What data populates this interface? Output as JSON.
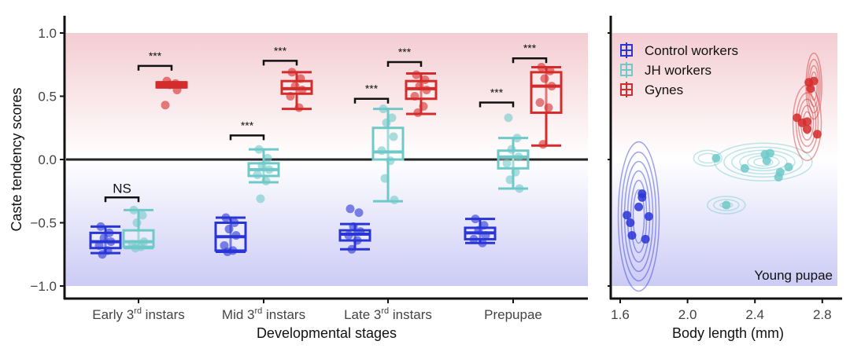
{
  "colors": {
    "control": "#2a35d6",
    "jh": "#6fc9c9",
    "gynes": "#d42b2b",
    "top_bg": "#f3cdd2",
    "bottom_bg": "#cccbf5"
  },
  "chart_data": [
    {
      "type": "box",
      "ylabel": "Caste tendency scores",
      "xlabel": "Developmental stages",
      "ylim": [
        -1.0,
        1.0
      ],
      "yticks": [
        "1.0",
        "0.5",
        "0.0",
        "−0.5",
        "−1.0"
      ],
      "ytick_values": [
        1.0,
        0.5,
        0.0,
        -0.5,
        -1.0
      ],
      "reference_line": 0.0,
      "categories": [
        "Early 3rd instars",
        "Mid 3rd instars",
        "Late 3rd instars",
        "Prepupae"
      ],
      "series": [
        {
          "name": "Control workers",
          "key": "control",
          "boxes": [
            {
              "min": -0.74,
              "q1": -0.7,
              "median": -0.65,
              "q3": -0.58,
              "max": -0.53,
              "points": [
                -0.53,
                -0.58,
                -0.62,
                -0.65,
                -0.68,
                -0.72,
                -0.75
              ]
            },
            {
              "min": -0.73,
              "q1": -0.72,
              "median": -0.61,
              "q3": -0.5,
              "max": -0.46,
              "points": [
                -0.46,
                -0.5,
                -0.55,
                -0.6,
                -0.68,
                -0.72,
                -0.73
              ]
            },
            {
              "min": -0.71,
              "q1": -0.64,
              "median": -0.59,
              "q3": -0.56,
              "max": -0.51,
              "points": [
                -0.39,
                -0.42,
                -0.53,
                -0.57,
                -0.6,
                -0.64,
                -0.71
              ]
            },
            {
              "min": -0.66,
              "q1": -0.63,
              "median": -0.58,
              "q3": -0.54,
              "max": -0.47,
              "points": [
                -0.47,
                -0.52,
                -0.56,
                -0.6,
                -0.63,
                -0.66
              ]
            }
          ]
        },
        {
          "name": "JH workers",
          "key": "jh",
          "boxes": [
            {
              "min": -0.7,
              "q1": -0.69,
              "median": -0.65,
              "q3": -0.56,
              "max": -0.4,
              "points": [
                -0.4,
                -0.44,
                -0.5,
                -0.65,
                -0.67,
                -0.69,
                -0.7
              ]
            },
            {
              "min": -0.18,
              "q1": -0.13,
              "median": -0.08,
              "q3": -0.03,
              "max": 0.08,
              "points": [
                0.08,
                0.01,
                -0.05,
                -0.08,
                -0.12,
                -0.17,
                -0.31
              ]
            },
            {
              "min": -0.33,
              "q1": 0.0,
              "median": 0.06,
              "q3": 0.25,
              "max": 0.4,
              "points": [
                0.4,
                0.33,
                0.29,
                0.18,
                0.07,
                -0.01,
                -0.15,
                -0.32
              ]
            },
            {
              "min": -0.23,
              "q1": -0.07,
              "median": 0.02,
              "q3": 0.07,
              "max": 0.17,
              "points": [
                0.33,
                0.17,
                0.08,
                0.02,
                -0.03,
                -0.1,
                -0.16,
                -0.23
              ]
            }
          ]
        },
        {
          "name": "Gynes",
          "key": "gynes",
          "boxes": [
            {
              "min": 0.57,
              "q1": 0.57,
              "median": 0.59,
              "q3": 0.61,
              "max": 0.61,
              "points": [
                0.62,
                0.6,
                0.59,
                0.55,
                0.43
              ]
            },
            {
              "min": 0.4,
              "q1": 0.52,
              "median": 0.56,
              "q3": 0.62,
              "max": 0.69,
              "points": [
                0.69,
                0.64,
                0.58,
                0.55,
                0.5,
                0.41
              ]
            },
            {
              "min": 0.36,
              "q1": 0.48,
              "median": 0.56,
              "q3": 0.62,
              "max": 0.68,
              "points": [
                0.67,
                0.63,
                0.58,
                0.55,
                0.5,
                0.42,
                0.37
              ]
            },
            {
              "min": 0.11,
              "q1": 0.37,
              "median": 0.58,
              "q3": 0.69,
              "max": 0.73,
              "points": [
                0.73,
                0.7,
                0.64,
                0.58,
                0.45,
                0.41,
                0.12
              ]
            }
          ]
        }
      ],
      "annotations": [
        {
          "category": 0,
          "from": "control",
          "to": "jh",
          "y": -0.3,
          "label": "NS"
        },
        {
          "category": 0,
          "from": "jh",
          "to": "gynes",
          "y": 0.74,
          "label": "***"
        },
        {
          "category": 1,
          "from": "control",
          "to": "jh",
          "y": 0.19,
          "label": "***"
        },
        {
          "category": 1,
          "from": "jh",
          "to": "gynes",
          "y": 0.78,
          "label": "***"
        },
        {
          "category": 2,
          "from": "control",
          "to": "jh",
          "y": 0.48,
          "label": "***"
        },
        {
          "category": 2,
          "from": "jh",
          "to": "gynes",
          "y": 0.77,
          "label": "***"
        },
        {
          "category": 3,
          "from": "control",
          "to": "jh",
          "y": 0.45,
          "label": "***"
        },
        {
          "category": 3,
          "from": "jh",
          "to": "gynes",
          "y": 0.8,
          "label": "***"
        }
      ]
    },
    {
      "type": "scatter",
      "xlabel": "Body length (mm)",
      "xlim": [
        1.55,
        2.95
      ],
      "xticks": [
        "1.6",
        "2.0",
        "2.4",
        "2.8"
      ],
      "xtick_values": [
        1.6,
        2.0,
        2.4,
        2.8
      ],
      "ylim": [
        -1.0,
        1.0
      ],
      "panel_label": "Young pupae",
      "legend_position": "top-left",
      "series": [
        {
          "name": "Control workers",
          "key": "control",
          "points": [
            [
              1.73,
              -0.27
            ],
            [
              1.73,
              -0.3
            ],
            [
              1.71,
              -0.375
            ],
            [
              1.64,
              -0.44
            ],
            [
              1.66,
              -0.5
            ],
            [
              1.77,
              -0.45
            ],
            [
              1.67,
              -0.6
            ],
            [
              1.75,
              -0.63
            ]
          ]
        },
        {
          "name": "JH workers",
          "key": "jh",
          "points": [
            [
              2.17,
              0.01
            ],
            [
              2.46,
              0.04
            ],
            [
              2.49,
              0.05
            ],
            [
              2.47,
              -0.01
            ],
            [
              2.34,
              -0.07
            ],
            [
              2.6,
              -0.06
            ],
            [
              2.55,
              -0.1
            ],
            [
              2.54,
              -0.14
            ],
            [
              2.23,
              -0.36
            ]
          ]
        },
        {
          "name": "Gynes",
          "key": "gynes",
          "points": [
            [
              2.72,
              0.61
            ],
            [
              2.75,
              0.62
            ],
            [
              2.73,
              0.56
            ],
            [
              2.65,
              0.33
            ],
            [
              2.68,
              0.29
            ],
            [
              2.71,
              0.3
            ],
            [
              2.71,
              0.24
            ],
            [
              2.77,
              0.2
            ]
          ]
        }
      ]
    }
  ]
}
